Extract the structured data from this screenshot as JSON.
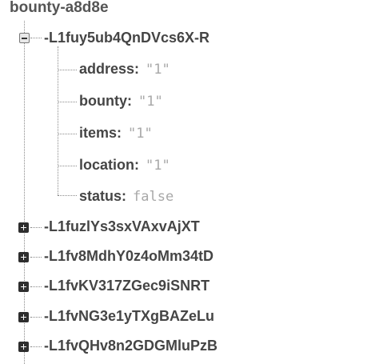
{
  "root": {
    "title": "bounty-a8d8e"
  },
  "expanded_node": {
    "key": "-L1fuy5ub4QnDVcs6X-R",
    "fields": [
      {
        "name": "address:",
        "value": "\"1\""
      },
      {
        "name": "bounty:",
        "value": "\"1\""
      },
      {
        "name": "items:",
        "value": "\"1\""
      },
      {
        "name": "location:",
        "value": "\"1\""
      },
      {
        "name": "status:",
        "value": "false"
      }
    ]
  },
  "collapsed_nodes": [
    {
      "key": "-L1fuzlYs3sxVAxvAjXT"
    },
    {
      "key": "-L1fv8MdhY0z4oMm34tD"
    },
    {
      "key": "-L1fvKV317ZGec9iSNRT"
    },
    {
      "key": "-L1fvNG3e1yTXgBAZeLu"
    },
    {
      "key": "-L1fvQHv8n2GDGMluPzB"
    }
  ],
  "icons": {
    "expanded": "minus-box-icon",
    "collapsed": "plus-box-icon"
  }
}
